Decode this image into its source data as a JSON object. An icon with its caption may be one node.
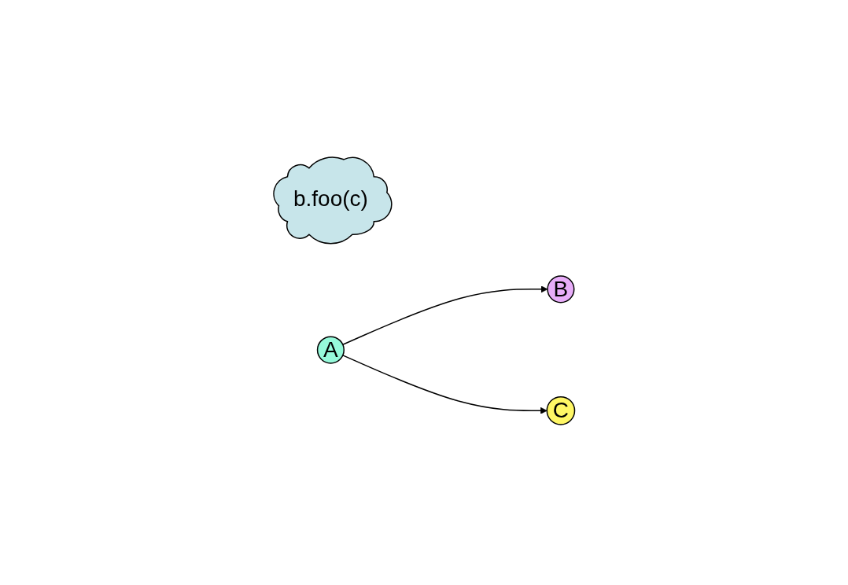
{
  "diagram": {
    "nodes": [
      {
        "text": [
          "b.foo(c)"
        ]
      },
      {
        "text": [
          "A"
        ]
      },
      {
        "text": [
          "B"
        ]
      },
      {
        "text": [
          "C"
        ]
      }
    ],
    "edges": [
      {
        "from": 1,
        "to": 2,
        "arrow": "to"
      },
      {
        "from": 1,
        "to": 3,
        "arrow": "to"
      }
    ]
  }
}
